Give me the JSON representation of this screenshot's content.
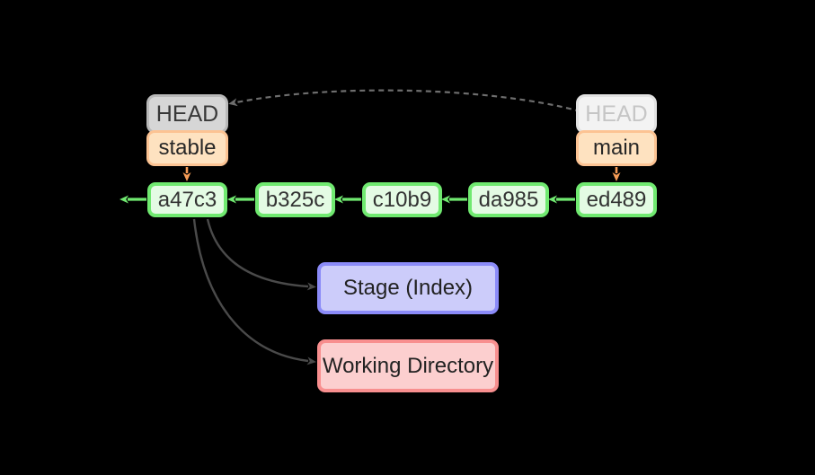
{
  "refs": {
    "head_left": {
      "label": "HEAD"
    },
    "branch_left": {
      "label": "stable"
    },
    "head_right": {
      "label": "HEAD"
    },
    "branch_right": {
      "label": "main"
    }
  },
  "commits": [
    "a47c3",
    "b325c",
    "c10b9",
    "da985",
    "ed489"
  ],
  "areas": {
    "stage": "Stage (Index)",
    "working_directory": "Working Directory"
  },
  "colors": {
    "background": "#000000",
    "commit_fill": "#e4fbe4",
    "commit_border": "#70e970",
    "commit_arrow": "#70e970",
    "branch_fill": "#fee2c0",
    "branch_border": "#fcc393",
    "branch_arrow": "#f79c56",
    "head_active_fill": "#d6d6d6",
    "head_active_border": "#b9b9b9",
    "head_active_text": "#383838",
    "head_ghost_fill": "#f3f3f3",
    "head_ghost_border": "#e2e2e2",
    "head_ghost_text": "#c6c6c6",
    "stage_fill": "#ccccfa",
    "stage_border": "#8b8bf8",
    "working_fill": "#fccfcf",
    "working_border": "#f88f8f",
    "checkout_arrow": "#4a4a4a",
    "head_move_dashed_arrow": "#6e6e6e"
  }
}
